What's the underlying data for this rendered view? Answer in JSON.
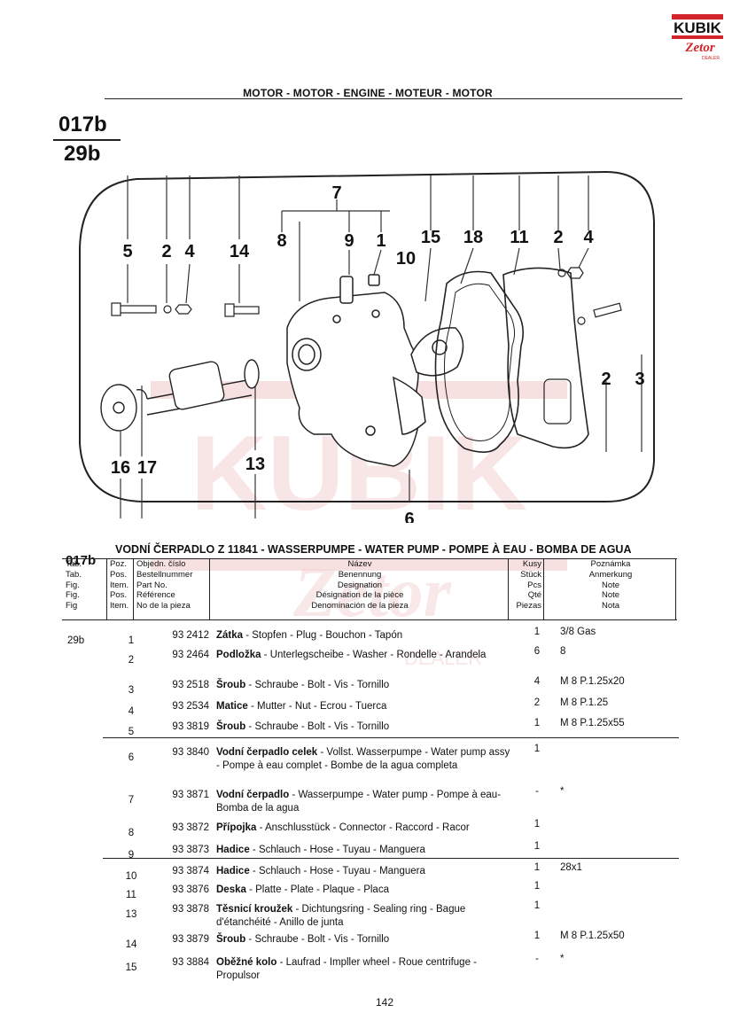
{
  "logo": {
    "brand": "KUBIK",
    "sub": "Zetor",
    "sub_tag": "DEALER"
  },
  "header": {
    "title": "MOTOR - MOTOR - ENGINE - MOTEUR - MOTOR"
  },
  "tab": {
    "top": "017b",
    "bottom": "29b"
  },
  "diagram": {
    "callouts": [
      "7",
      "5",
      "2",
      "4",
      "14",
      "8",
      "9",
      "1",
      "10",
      "15",
      "18",
      "11",
      "2",
      "4",
      "2",
      "3",
      "16",
      "17",
      "13",
      "6"
    ]
  },
  "section": {
    "tab": "017b",
    "title": "VODNÍ ČERPADLO Z 11841 - WASSERPUMPE - WATER PUMP - POMPE À EAU - BOMBA DE AGUA"
  },
  "table_head": {
    "tab": [
      "Tab.",
      "Tab.",
      "Fig.",
      "Fig.",
      "Fig"
    ],
    "pos": [
      "Poz.",
      "Pos.",
      "Item.",
      "Pos.",
      "Item."
    ],
    "part": [
      "Objedn. číslo",
      "Bestellnummer",
      "Part No.",
      "Référence",
      "No de la pieza"
    ],
    "name": [
      "Název",
      "Benennung",
      "Designation",
      "Désignation de la pièce",
      "Denominación de la pieza"
    ],
    "qty": [
      "Kusy",
      "Stück",
      "Pcs",
      "Qté",
      "Piezas"
    ],
    "note": [
      "Poznámka",
      "Anmerkung",
      "Note",
      "Note",
      "Nota"
    ]
  },
  "rows": [
    {
      "tab": "29b",
      "pos": "1",
      "part": "93 2412",
      "bold": "Zátka",
      "rest": " - Stopfen - Plug - Bouchon - Tapón",
      "qty": "1",
      "note": "3/8 Gas"
    },
    {
      "tab": "",
      "pos": "2",
      "part": "93 2464",
      "bold": "Podložka",
      "rest": " - Unterlegscheibe - Washer - Rondelle - Arandela",
      "qty": "6",
      "note": "8"
    },
    {
      "tab": "",
      "pos": "3",
      "part": "93 2518",
      "bold": "Šroub",
      "rest": " - Schraube - Bolt - Vis - Tornillo",
      "qty": "4",
      "note": "M 8 P.1.25x20"
    },
    {
      "tab": "",
      "pos": "4",
      "part": "93 2534",
      "bold": "Matice",
      "rest": " - Mutter - Nut - Ecrou - Tuerca",
      "qty": "2",
      "note": "M 8 P.1.25"
    },
    {
      "tab": "",
      "pos": "5",
      "part": "93 3819",
      "bold": "Šroub",
      "rest": " - Schraube - Bolt - Vis - Tornillo",
      "qty": "1",
      "note": "M 8 P.1.25x55"
    },
    {
      "tab": "",
      "pos": "6",
      "part": "93 3840",
      "bold": "Vodní čerpadlo celek",
      "rest": " - Vollst. Wasserpumpe - Water pump assy - Pompe à eau complet - Bombe de la agua completa",
      "qty": "1",
      "note": ""
    },
    {
      "tab": "",
      "pos": "7",
      "part": "93 3871",
      "bold": "Vodní čerpadlo",
      "rest": " - Wasserpumpe - Water pump - Pompe à eau- Bomba de la agua",
      "qty": "-",
      "note": "*"
    },
    {
      "tab": "",
      "pos": "8",
      "part": "93 3872",
      "bold": "Přípojka",
      "rest": " - Anschlusstück - Connector - Raccord - Racor",
      "qty": "1",
      "note": ""
    },
    {
      "tab": "",
      "pos": "9",
      "part": "93 3873",
      "bold": "Hadice",
      "rest": " - Schlauch - Hose - Tuyau - Manguera",
      "qty": "1",
      "note": ""
    },
    {
      "tab": "",
      "pos": "10",
      "part": "93 3874",
      "bold": "Hadice",
      "rest": " - Schlauch - Hose - Tuyau - Manguera",
      "qty": "1",
      "note": "28x1"
    },
    {
      "tab": "",
      "pos": "11",
      "part": "93 3876",
      "bold": "Deska",
      "rest": " - Platte - Plate - Plaque - Placa",
      "qty": "1",
      "note": ""
    },
    {
      "tab": "",
      "pos": "13",
      "part": "93 3878",
      "bold": "Těsnicí kroužek",
      "rest": " - Dichtungsring - Sealing ring - Bague d'étanchéité - Anillo de junta",
      "qty": "1",
      "note": ""
    },
    {
      "tab": "",
      "pos": "14",
      "part": "93 3879",
      "bold": "Šroub",
      "rest": " - Schraube - Bolt - Vis - Tornillo",
      "qty": "1",
      "note": "M 8 P.1.25x50"
    },
    {
      "tab": "",
      "pos": "15",
      "part": "93 3884",
      "bold": "Oběžné kolo",
      "rest": " - Laufrad - Impller wheel - Roue centrifuge - Propulsor",
      "qty": "-",
      "note": "*"
    }
  ],
  "page_number": "142"
}
